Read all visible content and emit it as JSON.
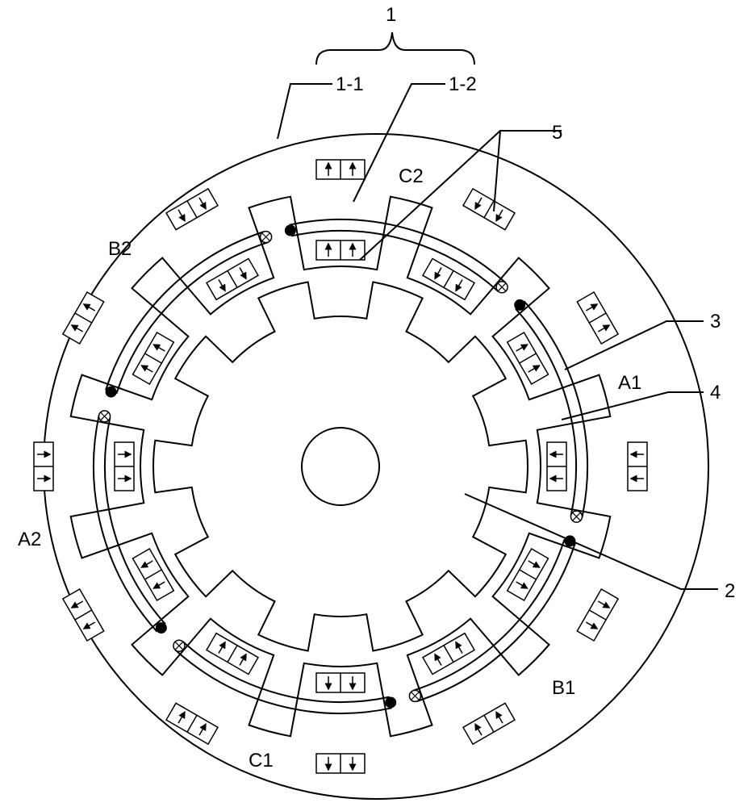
{
  "figure": {
    "part_labels": {
      "p1": "1",
      "p1_1": "1-1",
      "p1_2": "1-2",
      "p2": "2",
      "p3": "3",
      "p4": "4",
      "p5": "5"
    },
    "phase_labels": {
      "a1": "A1",
      "a2": "A2",
      "b1": "B1",
      "b2": "B2",
      "c1": "C1",
      "c2": "C2"
    },
    "stator_teeth": 12,
    "rotor_teeth": 10
  },
  "colors": {
    "line": "#000000",
    "background": "#ffffff"
  }
}
